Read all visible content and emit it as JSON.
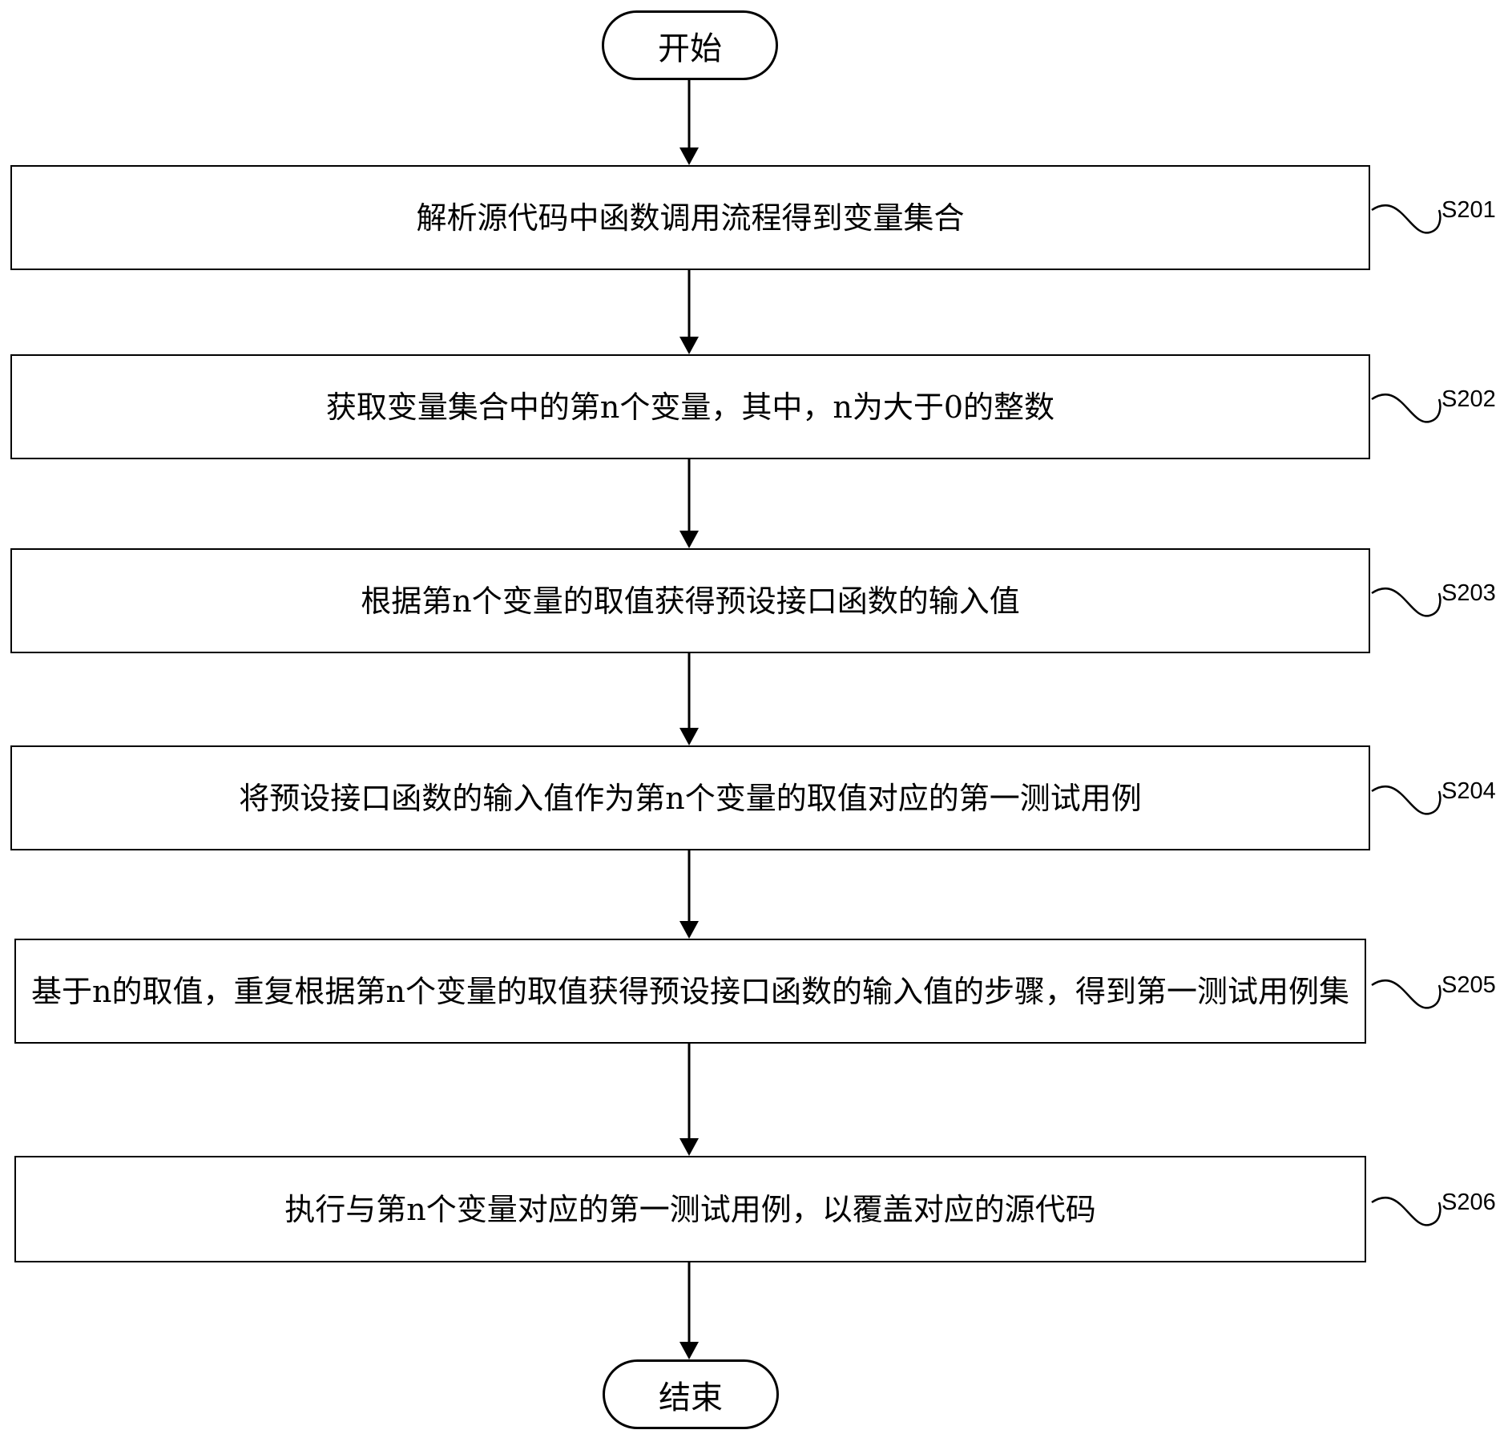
{
  "start": {
    "label": "开始"
  },
  "end": {
    "label": "结束"
  },
  "steps": [
    {
      "id": "S201",
      "text": "解析源代码中函数调用流程得到变量集合"
    },
    {
      "id": "S202",
      "text": "获取变量集合中的第n个变量，其中，n为大于0的整数"
    },
    {
      "id": "S203",
      "text": "根据第n个变量的取值获得预设接口函数的输入值"
    },
    {
      "id": "S204",
      "text": "将预设接口函数的输入值作为第n个变量的取值对应的第一测试用例"
    },
    {
      "id": "S205",
      "text": "基于n的取值，重复根据第n个变量的取值获得预设接口函数的输入值的步骤，得到第一测试用例集"
    },
    {
      "id": "S206",
      "text": "执行与第n个变量对应的第一测试用例，以覆盖对应的源代码"
    }
  ],
  "colors": {
    "stroke": "#000000",
    "background": "#ffffff"
  }
}
